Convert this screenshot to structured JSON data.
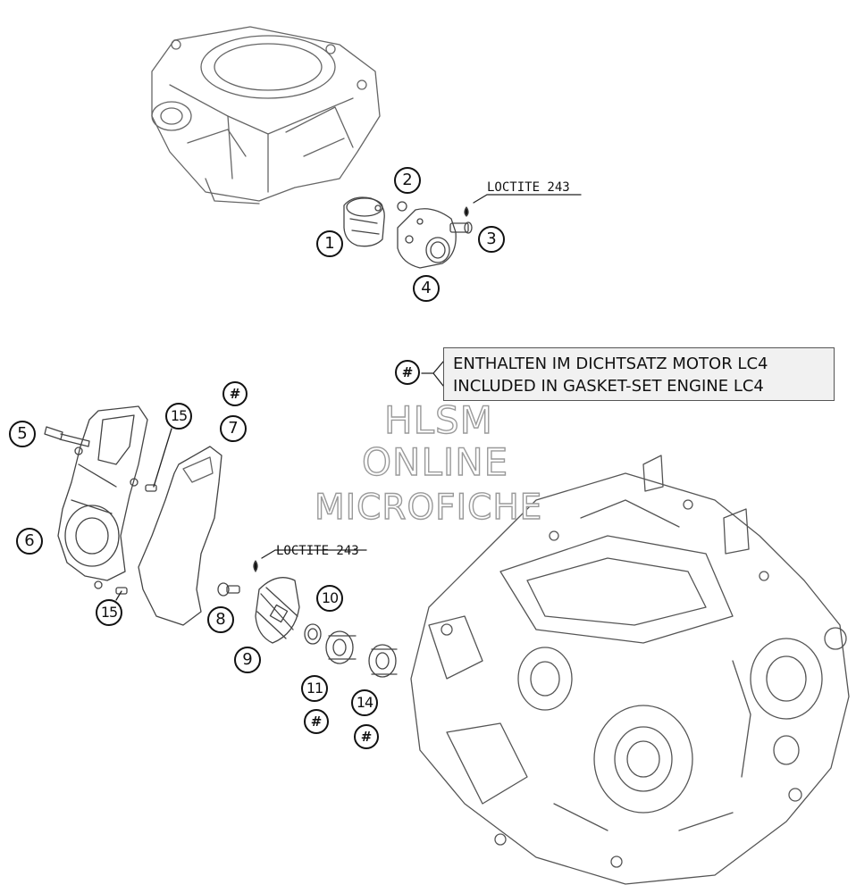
{
  "diagram": {
    "parts": {
      "p1": "1",
      "p2": "2",
      "p3": "3",
      "p4": "4",
      "p5": "5",
      "p6": "6",
      "p7": "7",
      "p8": "8",
      "p9": "9",
      "p10": "10",
      "p11": "11",
      "p14": "14",
      "p15a": "15",
      "p15b": "15"
    },
    "hash_mark": "#",
    "loctite_top": "LOCTITE 243",
    "loctite_mid": "LOCTITE 243",
    "legend": {
      "line1": "ENTHALTEN IM DICHTSATZ MOTOR LC4",
      "line2": "INCLUDED IN GASKET-SET ENGINE LC4"
    },
    "watermark": {
      "line1": "HLSM",
      "line2": "ONLINE",
      "line3": "MICROFICHE"
    },
    "colors": {
      "line": "#444444",
      "label": "#111111",
      "watermark_outline": "#9a9a9a"
    }
  }
}
